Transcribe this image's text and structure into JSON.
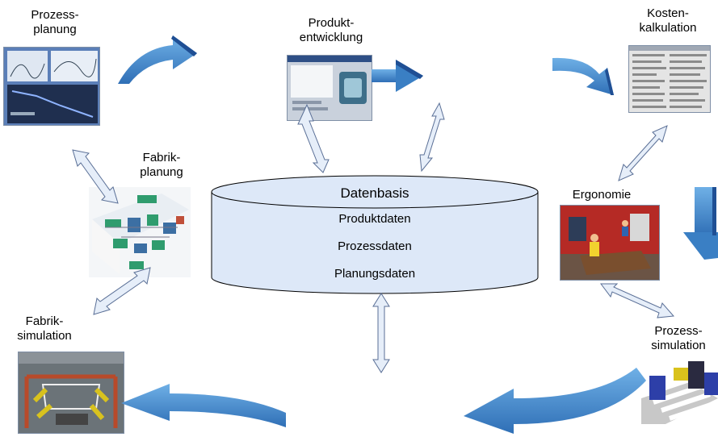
{
  "nodes": {
    "prozessplanung": {
      "line1": "Prozess-",
      "line2": "planung"
    },
    "produktentwicklung": {
      "line1": "Produkt-",
      "line2": "entwicklung"
    },
    "kostenkalkulation": {
      "line1": "Kosten-",
      "line2": "kalkulation"
    },
    "fabrikplanung": {
      "line1": "Fabrik-",
      "line2": "planung"
    },
    "ergonomie": {
      "line1": "Ergonomie"
    },
    "fabriksimulation": {
      "line1": "Fabrik-",
      "line2": "simulation"
    },
    "prozesssimulation": {
      "line1": "Prozess-",
      "line2": "simulation"
    }
  },
  "database": {
    "title": "Datenbasis",
    "items": [
      "Produktdaten",
      "Prozessdaten",
      "Planungsdaten"
    ]
  },
  "colors": {
    "arrow_blue": "#3a7fc4",
    "arrow_light": "#5fa0dc",
    "double_arrow_fill": "#e6eef9",
    "double_arrow_stroke": "#5a6f96",
    "db_fill": "#dde8f8"
  }
}
